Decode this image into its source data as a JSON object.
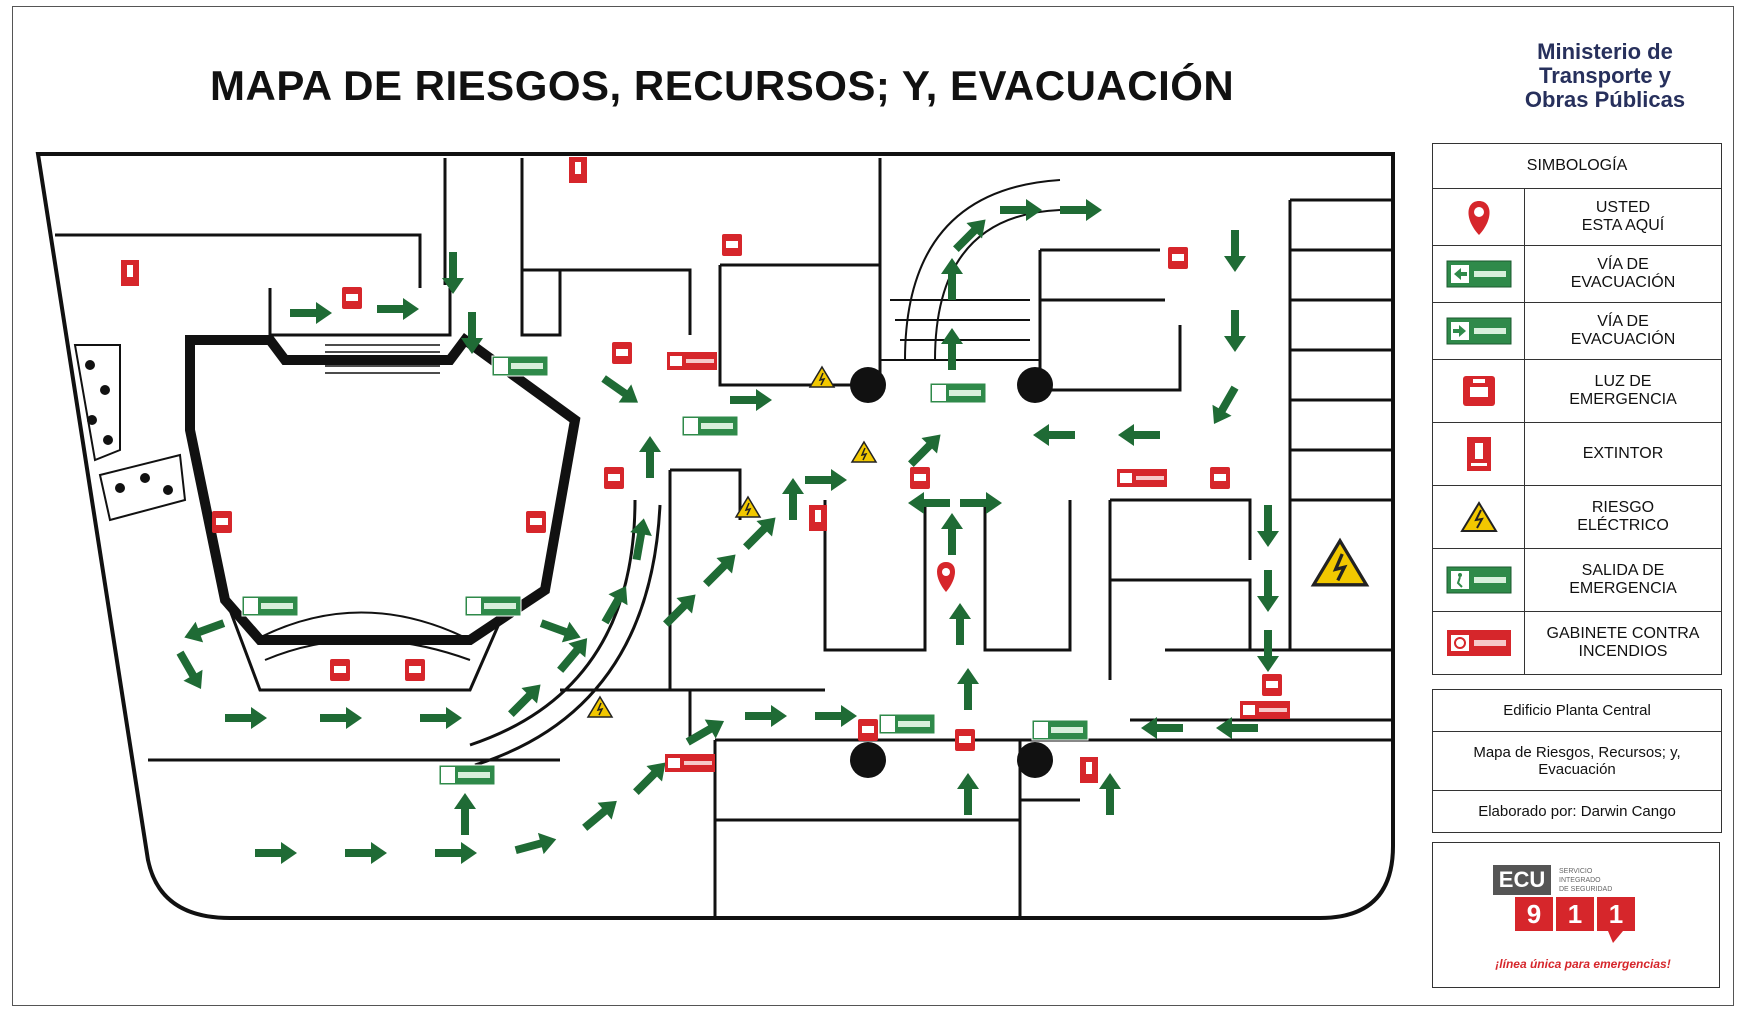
{
  "title": "MAPA DE RIESGOS, RECURSOS; Y, EVACUACIÓN",
  "ministry": [
    "Ministerio de",
    "Transporte y",
    "Obras Públicas"
  ],
  "legend": {
    "heading": "SIMBOLOGÍA",
    "items": [
      {
        "label": "USTED\nESTA AQUÍ",
        "icon": "location-pin-icon"
      },
      {
        "label": "VÍA DE\nEVACUACIÓN",
        "icon": "exit-route-left-icon"
      },
      {
        "label": "VÍA DE\nEVACUACIÓN",
        "icon": "exit-route-right-icon"
      },
      {
        "label": "LUZ DE\nEMERGENCIA",
        "icon": "emergency-light-icon"
      },
      {
        "label": "EXTINTOR",
        "icon": "fire-extinguisher-icon"
      },
      {
        "label": "RIESGO\nELÉCTRICO",
        "icon": "electrical-hazard-icon"
      },
      {
        "label": "SALIDA DE\nEMERGENCIA",
        "icon": "emergency-exit-icon"
      },
      {
        "label": "GABINETE CONTRA\nINCENDIOS",
        "icon": "fire-cabinet-icon"
      }
    ]
  },
  "info": {
    "building": "Edificio Planta Central",
    "map_name": "Mapa de Riesgos, Recursos; y,\nEvacuación",
    "author": "Elaborado por: Darwin Cango"
  },
  "brand": {
    "ecu": "ECU",
    "number": [
      "9",
      "1",
      "1"
    ],
    "service": [
      "SERVICIO",
      "INTEGRADO",
      "DE SEGURIDAD"
    ],
    "tagline": "¡línea única para emergencias!"
  },
  "colors": {
    "arrow_green": "#1f6b35",
    "sign_red": "#d6262b",
    "hazard_yellow": "#f2c800",
    "ministry_blue": "#27305c"
  }
}
